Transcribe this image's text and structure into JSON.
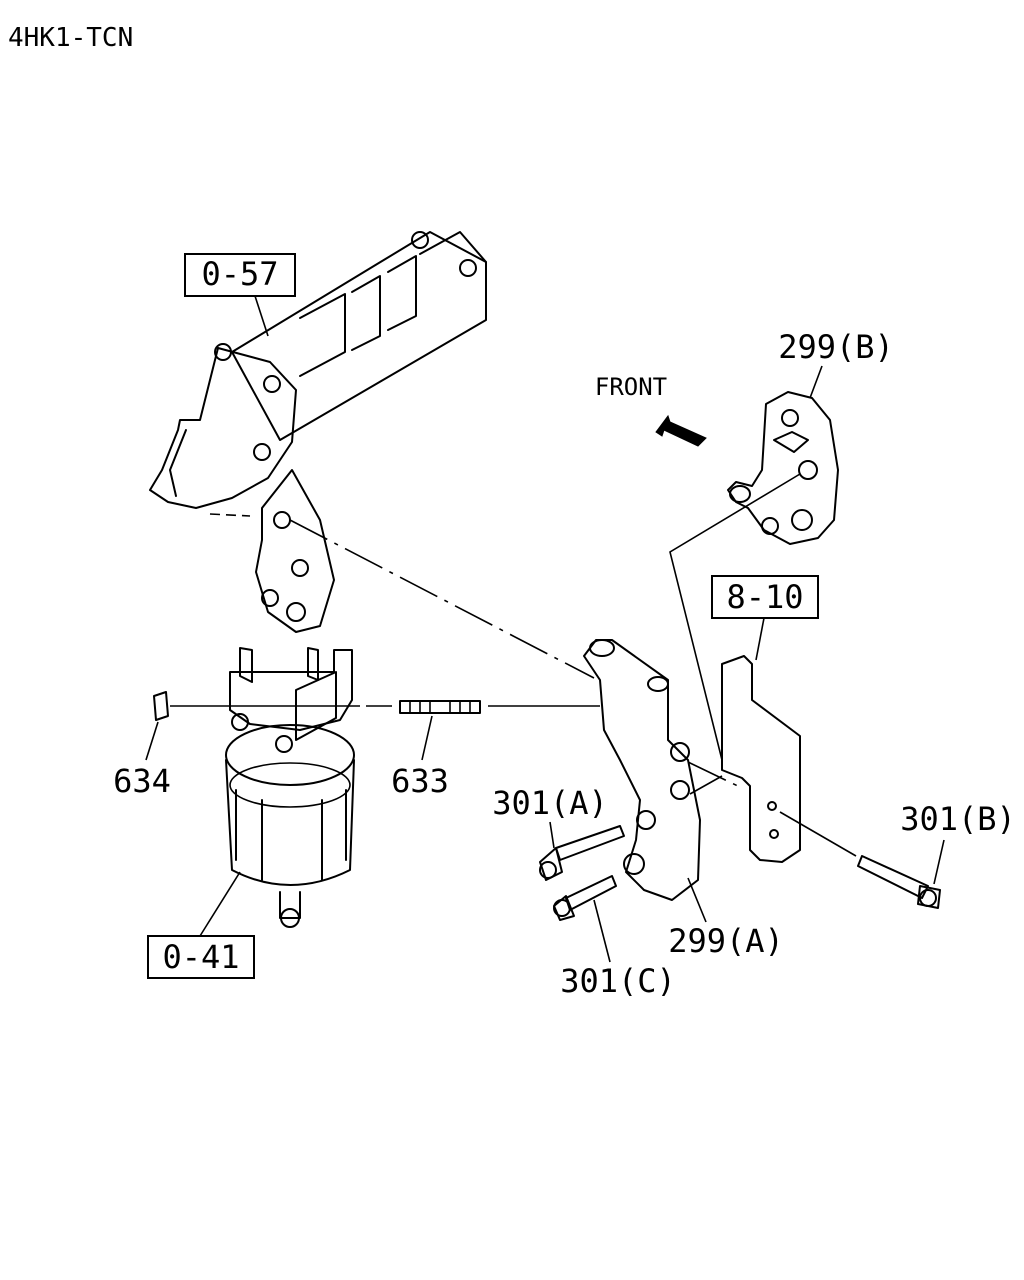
{
  "model_code": "4HK1-TCN",
  "front_label": "FRONT",
  "refs": {
    "ref_0_57": "0-57",
    "ref_8_10": "8-10",
    "ref_0_41": "0-41"
  },
  "callouts": {
    "c_299b": "299(B)",
    "c_299a": "299(A)",
    "c_301a": "301(A)",
    "c_301b": "301(B)",
    "c_301c": "301(C)",
    "c_633": "633",
    "c_634": "634"
  },
  "colors": {
    "line": "#000000",
    "background": "#ffffff"
  }
}
